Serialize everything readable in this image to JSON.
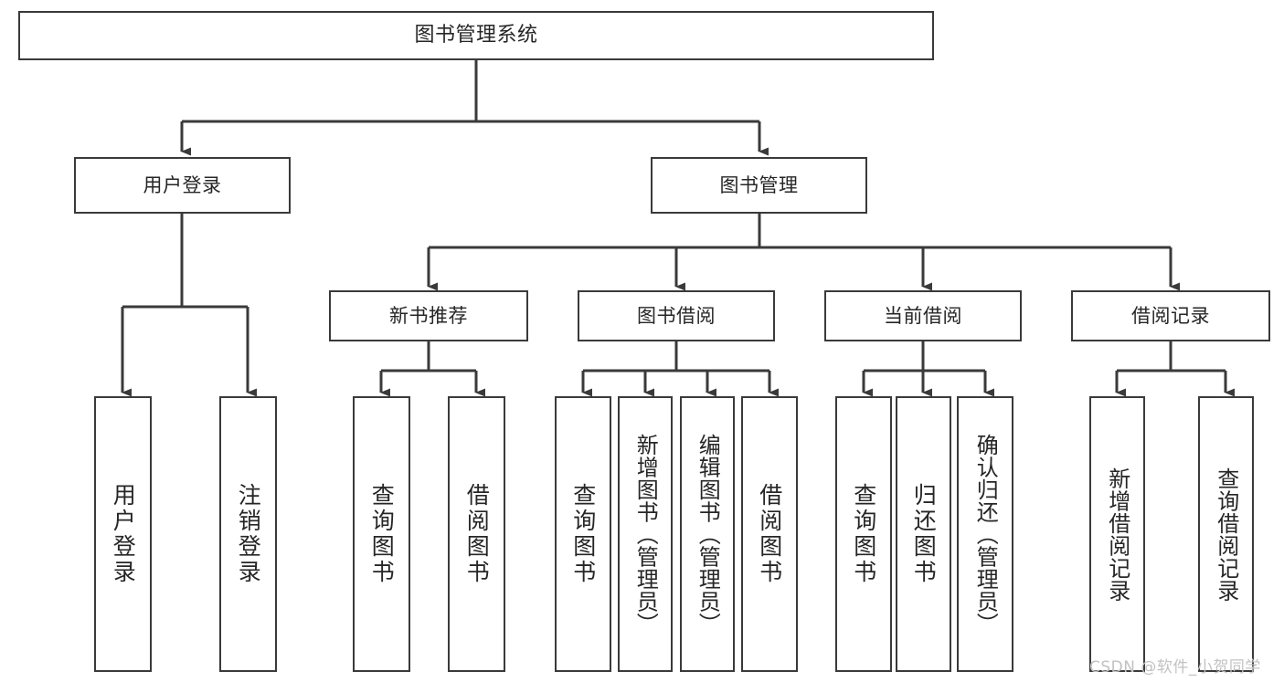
{
  "diagram": {
    "title": "图书管理系统",
    "type": "hierarchy-tree",
    "watermark": "CSDN @软件_小贺同学",
    "colors": {
      "background": "#ffffff",
      "node_fill": "#ffffff",
      "node_border": "#3a3a3a",
      "connector": "#3a3a3a",
      "text": "#262626",
      "watermark": "#c2c2c2"
    },
    "nodes": {
      "root": {
        "label": "图书管理系统"
      },
      "level1": [
        {
          "id": "user-login",
          "label": "用户登录"
        },
        {
          "id": "book-manage",
          "label": "图书管理"
        }
      ],
      "level2": [
        {
          "id": "new-book-rec",
          "label": "新书推荐"
        },
        {
          "id": "book-borrow",
          "label": "图书借阅"
        },
        {
          "id": "current-borrow",
          "label": "当前借阅"
        },
        {
          "id": "borrow-record",
          "label": "借阅记录"
        }
      ],
      "leaves": {
        "user_login": [
          {
            "id": "leaf-user-login",
            "label": "用户登录"
          },
          {
            "id": "leaf-logout-login",
            "label": "注销登录"
          }
        ],
        "new_book_rec": [
          {
            "id": "leaf-query-book-1",
            "label": "查询图书"
          },
          {
            "id": "leaf-borrow-book-1",
            "label": "借阅图书"
          }
        ],
        "book_borrow": [
          {
            "id": "leaf-query-book-2",
            "label": "查询图书"
          },
          {
            "id": "leaf-add-book",
            "label": "新增图书（管理员）"
          },
          {
            "id": "leaf-edit-book",
            "label": "编辑图书（管理员）"
          },
          {
            "id": "leaf-borrow-book-2",
            "label": "借阅图书"
          }
        ],
        "current_borrow": [
          {
            "id": "leaf-query-book-3",
            "label": "查询图书"
          },
          {
            "id": "leaf-return-book",
            "label": "归还图书"
          },
          {
            "id": "leaf-confirm-return",
            "label": "确认归还（管理员）"
          }
        ],
        "borrow_record": [
          {
            "id": "leaf-add-record",
            "label": "新增借阅记录"
          },
          {
            "id": "leaf-query-record",
            "label": "查询借阅记录"
          }
        ]
      }
    }
  }
}
